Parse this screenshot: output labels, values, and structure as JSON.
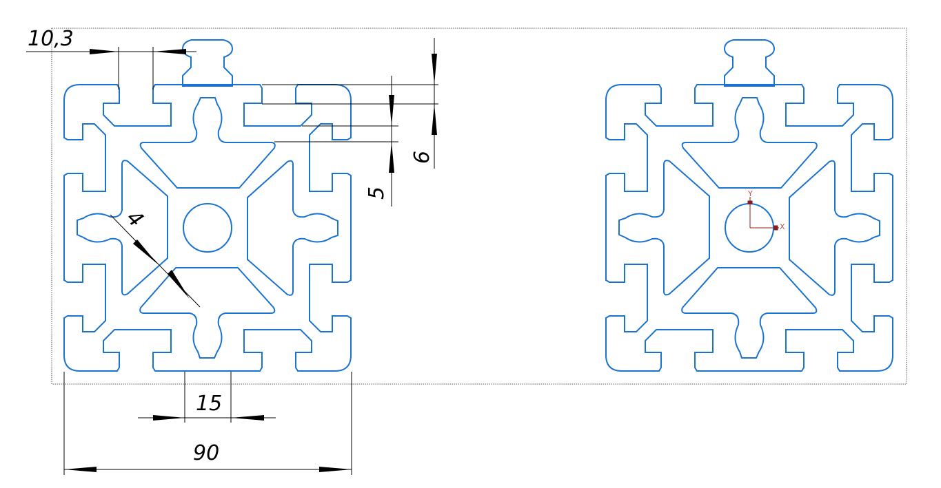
{
  "drawing": {
    "colors": {
      "profile": "#1a73d1",
      "dimension": "#000000",
      "axis": "#8b1a1a",
      "frame": "#555555"
    },
    "dimensions": {
      "slot_width": "10,3",
      "wall_6": "6",
      "wall_5": "5",
      "rib_4": "4",
      "connector_15": "15",
      "overall_90": "90"
    },
    "axis_labels": {
      "x": "X",
      "y": "Y"
    }
  }
}
